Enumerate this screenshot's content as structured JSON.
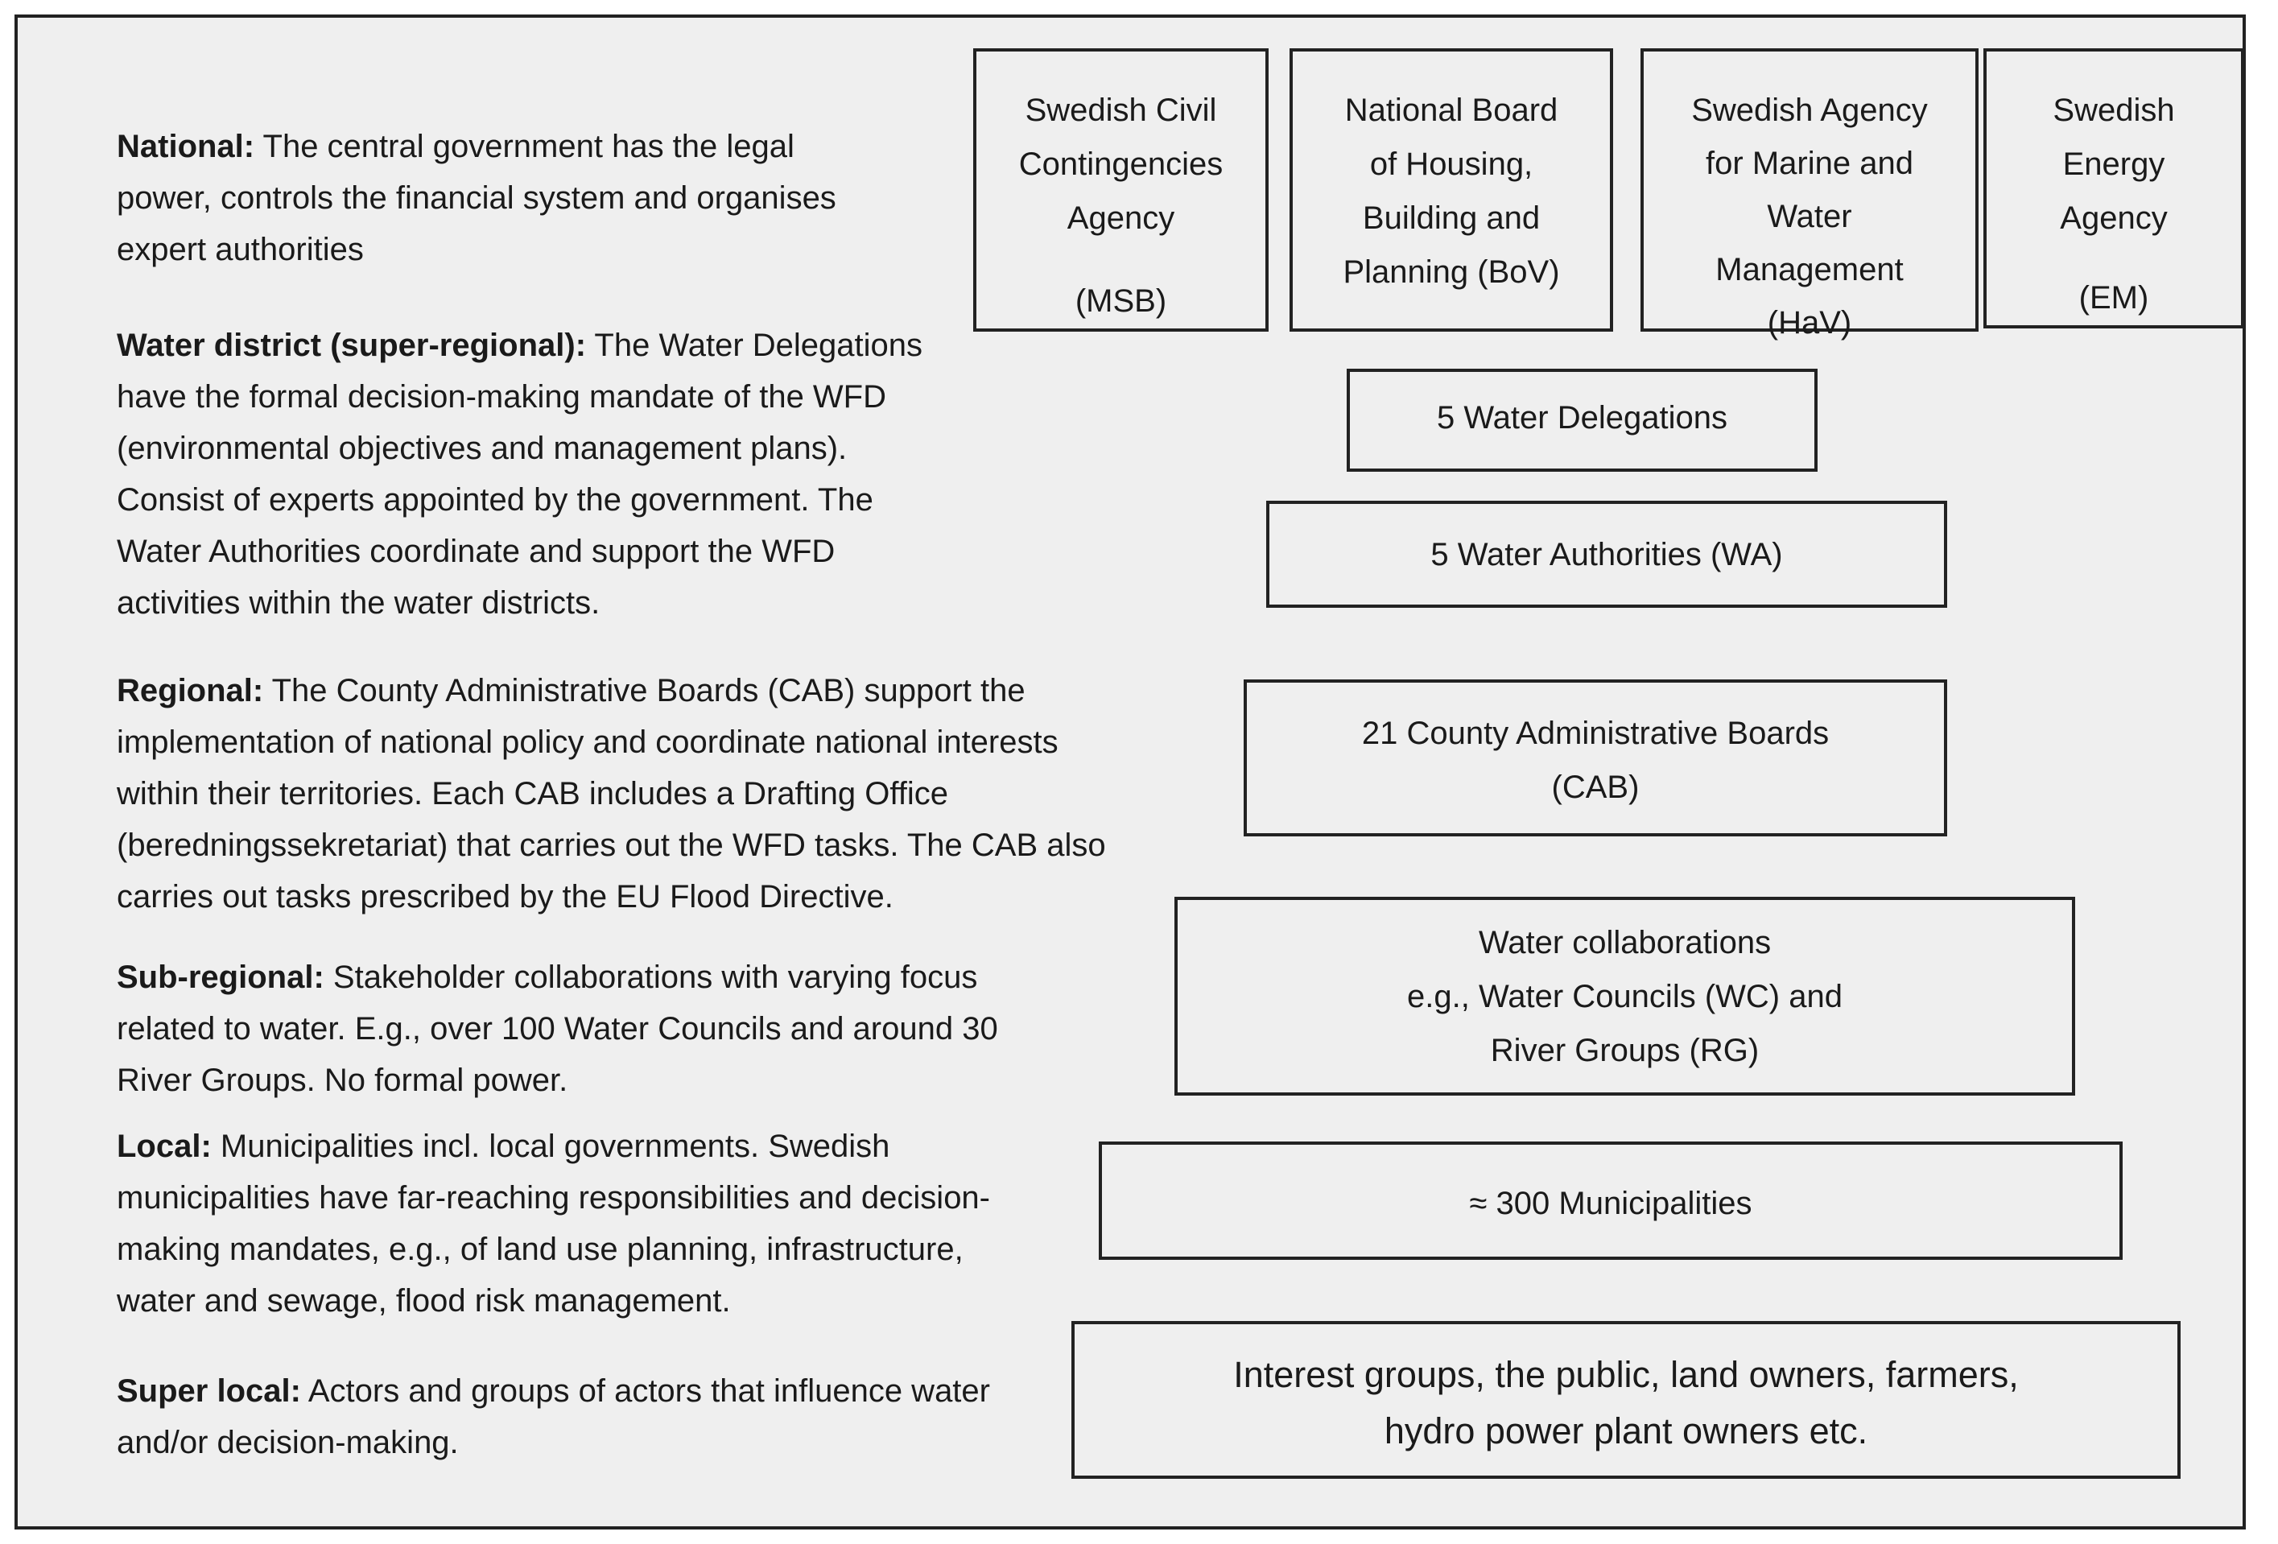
{
  "levels": [
    {
      "label": "National:",
      "lines": [
        " The central government has the legal",
        "power, controls the financial system and organises",
        "expert authorities"
      ]
    },
    {
      "label": "Water district (super-regional):",
      "lines": [
        " The Water Delegations",
        "have the formal decision-making mandate of the WFD",
        "(environmental objectives and management plans).",
        "Consist of experts appointed by the government. The",
        "Water Authorities coordinate and support the WFD",
        "activities within the water districts."
      ]
    },
    {
      "label": "Regional:",
      "lines": [
        " The County Administrative Boards (CAB) support the",
        "implementation of national policy and coordinate national interests",
        "within their territories. Each CAB includes a Drafting Office",
        "(beredningssekretariat) that carries out the WFD tasks. The CAB also",
        "carries out tasks prescribed by the EU Flood Directive."
      ]
    },
    {
      "label": "Sub-regional:",
      "lines": [
        " Stakeholder collaborations with varying focus",
        "related to water. E.g., over 100 Water Councils and around 30",
        "River Groups. No formal power."
      ]
    },
    {
      "label": "Local:",
      "lines": [
        " Municipalities incl. local governments. Swedish",
        "municipalities have far-reaching responsibilities and decision-",
        "making mandates, e.g., of land use planning, infrastructure,",
        "water and sewage, flood risk management."
      ]
    },
    {
      "label": "Super local:",
      "lines": [
        " Actors and groups of actors that influence water",
        "and/or decision-making."
      ]
    }
  ],
  "agencies": [
    {
      "lines": [
        "Swedish Civil",
        "Contingencies",
        "Agency"
      ],
      "abbr": "(MSB)"
    },
    {
      "lines": [
        "National Board",
        "of Housing,",
        "Building and",
        "Planning (BoV)"
      ],
      "abbr": ""
    },
    {
      "lines": [
        "Swedish Agency",
        "for Marine and",
        "Water",
        "Management",
        "(HaV)"
      ],
      "abbr": ""
    },
    {
      "lines": [
        "Swedish",
        "Energy",
        "Agency"
      ],
      "abbr": "(EM)"
    }
  ],
  "boxes": {
    "water_delegations": [
      "5 Water Delegations"
    ],
    "water_authorities": [
      "5 Water Authorities (WA)"
    ],
    "cab": [
      "21 County Administrative Boards",
      "(CAB)"
    ],
    "collaborations": [
      "Water collaborations",
      "e.g., Water Councils (WC) and",
      "River Groups (RG)"
    ],
    "municipalities": [
      "≈ 300 Municipalities"
    ],
    "interest_groups": [
      "Interest groups, the public, land owners, farmers,",
      "hydro power plant owners etc."
    ]
  }
}
